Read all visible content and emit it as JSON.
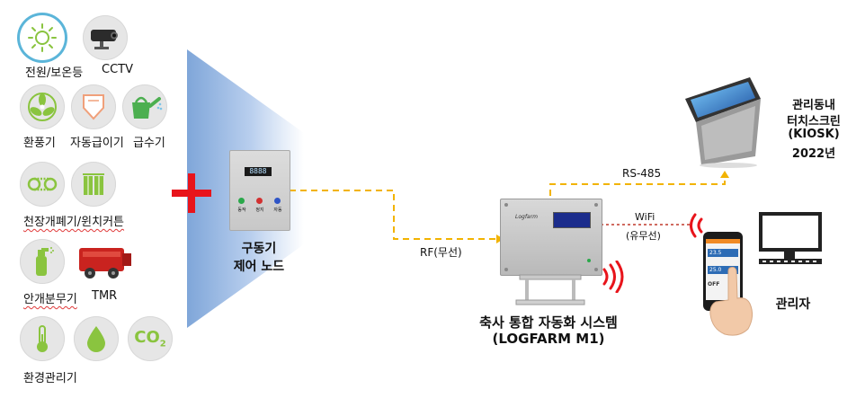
{
  "sensors": {
    "power_label": "전원/보온등",
    "cctv_label": "CCTV",
    "vent_label": "환풍기",
    "feeder_label": "자동급이기",
    "water_label": "급수기",
    "ceiling_label": "천장개폐기/윈치커튼",
    "spray_label": "안개분무기",
    "tmr_label": "TMR",
    "env_label": "환경관리기",
    "co2_text": "CO",
    "co2_sub": "2"
  },
  "node": {
    "title_line1": "구동기",
    "title_line2": "제어 노드",
    "display": "8888",
    "btn_labels": [
      "동작",
      "정지",
      "자동"
    ]
  },
  "links": {
    "rf": "RF(무선)",
    "rs485": "RS-485",
    "wifi": "WiFi",
    "wifi_sub": "(유무선)"
  },
  "main_unit": {
    "brand": "Logfarm",
    "title_line1": "축사 통합 자동화 시스템",
    "title_line2": "(LOGFARM M1)"
  },
  "kiosk": {
    "line1": "관리동내",
    "line2": "터치스크린",
    "line3": "(KIOSK)",
    "line4": "2022년"
  },
  "admin": {
    "label": "관리자",
    "phone_values": [
      "23.5",
      "25.0"
    ],
    "phone_off": "OFF"
  },
  "colors": {
    "dashed": "#f2b300",
    "red": "#e8141b",
    "wifi_line": "#c0392b",
    "ring": "#5bb5d9"
  }
}
